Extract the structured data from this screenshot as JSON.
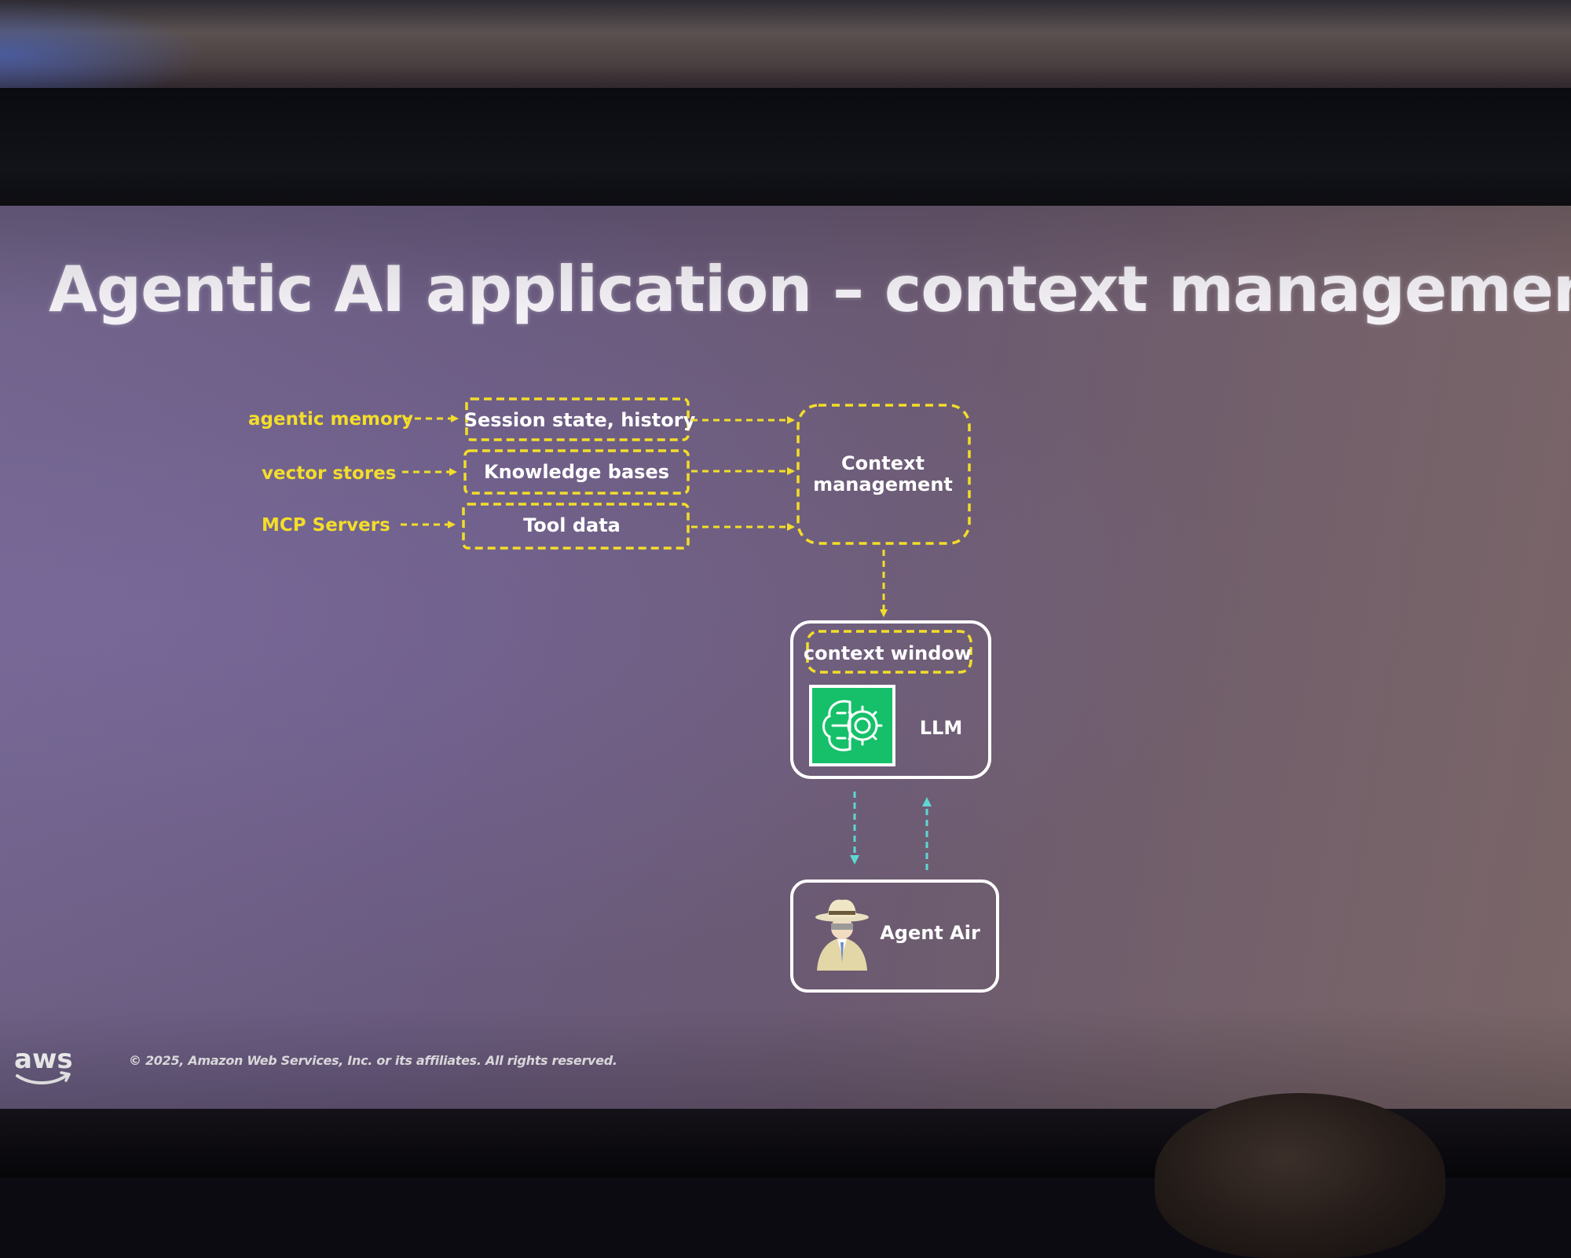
{
  "slide": {
    "title": "Agentic AI application – context management",
    "footer": "© 2025, Amazon Web Services, Inc. or its affiliates. All rights reserved.",
    "logo_text": "aws"
  },
  "diagram": {
    "sources": [
      {
        "label": "agentic memory",
        "box": "Session state, history"
      },
      {
        "label": "vector stores",
        "box": "Knowledge bases"
      },
      {
        "label": "MCP Servers",
        "box": "Tool data"
      }
    ],
    "context_management": {
      "line1": "Context",
      "line2": "management"
    },
    "context_window": "context window",
    "llm": "LLM",
    "agent": "Agent Air"
  },
  "colors": {
    "dashed_yellow": "#f3dd2a",
    "teal_arrow": "#5fd6d2",
    "llm_icon_green": "#16c06a",
    "box_outline": "#ffffff"
  },
  "icons": [
    "brain-gear-icon",
    "detective-agent-icon",
    "aws-logo-icon"
  ]
}
